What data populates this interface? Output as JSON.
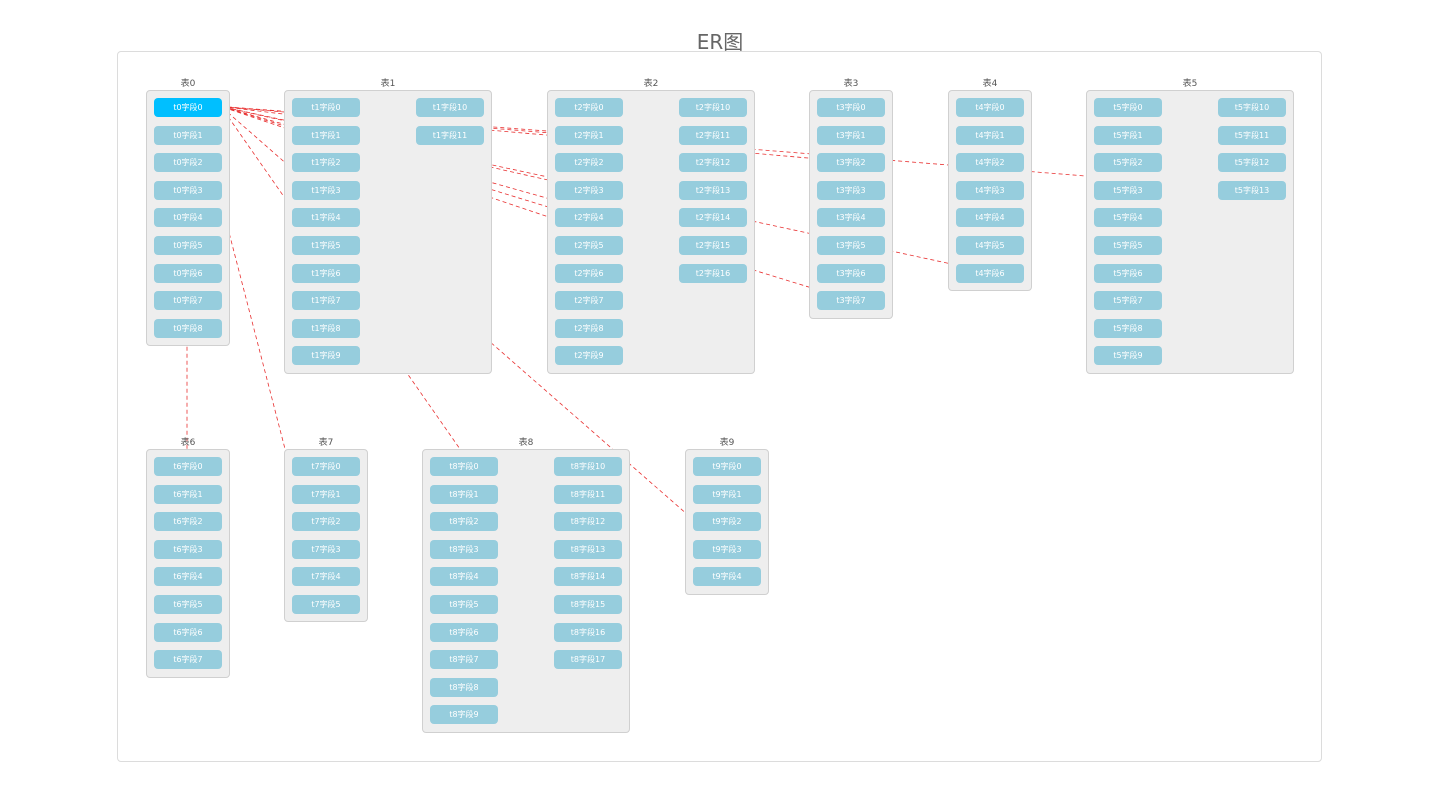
{
  "title": "ER图",
  "colors": {
    "field": "#96cddd",
    "field_active": "#00bfff",
    "link": "#e83030",
    "table_bg": "#eeeeee"
  },
  "active_field": "t0.0",
  "tables": [
    {
      "name": "表0",
      "fields": [
        "t0字段0",
        "t0字段1",
        "t0字段2",
        "t0字段3",
        "t0字段4",
        "t0字段5",
        "t0字段6",
        "t0字段7",
        "t0字段8"
      ]
    },
    {
      "name": "表1",
      "fields": [
        "t1字段0",
        "t1字段1",
        "t1字段2",
        "t1字段3",
        "t1字段4",
        "t1字段5",
        "t1字段6",
        "t1字段7",
        "t1字段8",
        "t1字段9",
        "t1字段10",
        "t1字段11"
      ]
    },
    {
      "name": "表2",
      "fields": [
        "t2字段0",
        "t2字段1",
        "t2字段2",
        "t2字段3",
        "t2字段4",
        "t2字段5",
        "t2字段6",
        "t2字段7",
        "t2字段8",
        "t2字段9",
        "t2字段10",
        "t2字段11",
        "t2字段12",
        "t2字段13",
        "t2字段14",
        "t2字段15",
        "t2字段16"
      ]
    },
    {
      "name": "表3",
      "fields": [
        "t3字段0",
        "t3字段1",
        "t3字段2",
        "t3字段3",
        "t3字段4",
        "t3字段5",
        "t3字段6",
        "t3字段7"
      ]
    },
    {
      "name": "表4",
      "fields": [
        "t4字段0",
        "t4字段1",
        "t4字段2",
        "t4字段3",
        "t4字段4",
        "t4字段5",
        "t4字段6"
      ]
    },
    {
      "name": "表5",
      "fields": [
        "t5字段0",
        "t5字段1",
        "t5字段2",
        "t5字段3",
        "t5字段4",
        "t5字段5",
        "t5字段6",
        "t5字段7",
        "t5字段8",
        "t5字段9",
        "t5字段10",
        "t5字段11",
        "t5字段12",
        "t5字段13"
      ]
    },
    {
      "name": "表6",
      "fields": [
        "t6字段0",
        "t6字段1",
        "t6字段2",
        "t6字段3",
        "t6字段4",
        "t6字段5",
        "t6字段6",
        "t6字段7"
      ]
    },
    {
      "name": "表7",
      "fields": [
        "t7字段0",
        "t7字段1",
        "t7字段2",
        "t7字段3",
        "t7字段4",
        "t7字段5"
      ]
    },
    {
      "name": "表8",
      "fields": [
        "t8字段0",
        "t8字段1",
        "t8字段2",
        "t8字段3",
        "t8字段4",
        "t8字段5",
        "t8字段6",
        "t8字段7",
        "t8字段8",
        "t8字段9",
        "t8字段10",
        "t8字段11",
        "t8字段12",
        "t8字段13",
        "t8字段14",
        "t8字段15",
        "t8字段16",
        "t8字段17"
      ]
    },
    {
      "name": "表9",
      "fields": [
        "t9字段0",
        "t9字段1",
        "t9字段2",
        "t9字段3",
        "t9字段4"
      ]
    }
  ],
  "links": [
    [
      "t0.0",
      "t1.11"
    ],
    [
      "t0.0",
      "t2.1"
    ],
    [
      "t0.0",
      "t3.2"
    ],
    [
      "t0.0",
      "t5.13"
    ],
    [
      "t0.0",
      "t2.14"
    ],
    [
      "t0.0",
      "t2.16"
    ],
    [
      "t0.0",
      "t4.6"
    ],
    [
      "t0.0",
      "t2.15"
    ],
    [
      "t0.0",
      "t3.7"
    ],
    [
      "t0.0",
      "t9.3"
    ],
    [
      "t0.0",
      "t8.16"
    ],
    [
      "t0.0",
      "t7.5"
    ],
    [
      "t0.0",
      "t6.7"
    ]
  ]
}
